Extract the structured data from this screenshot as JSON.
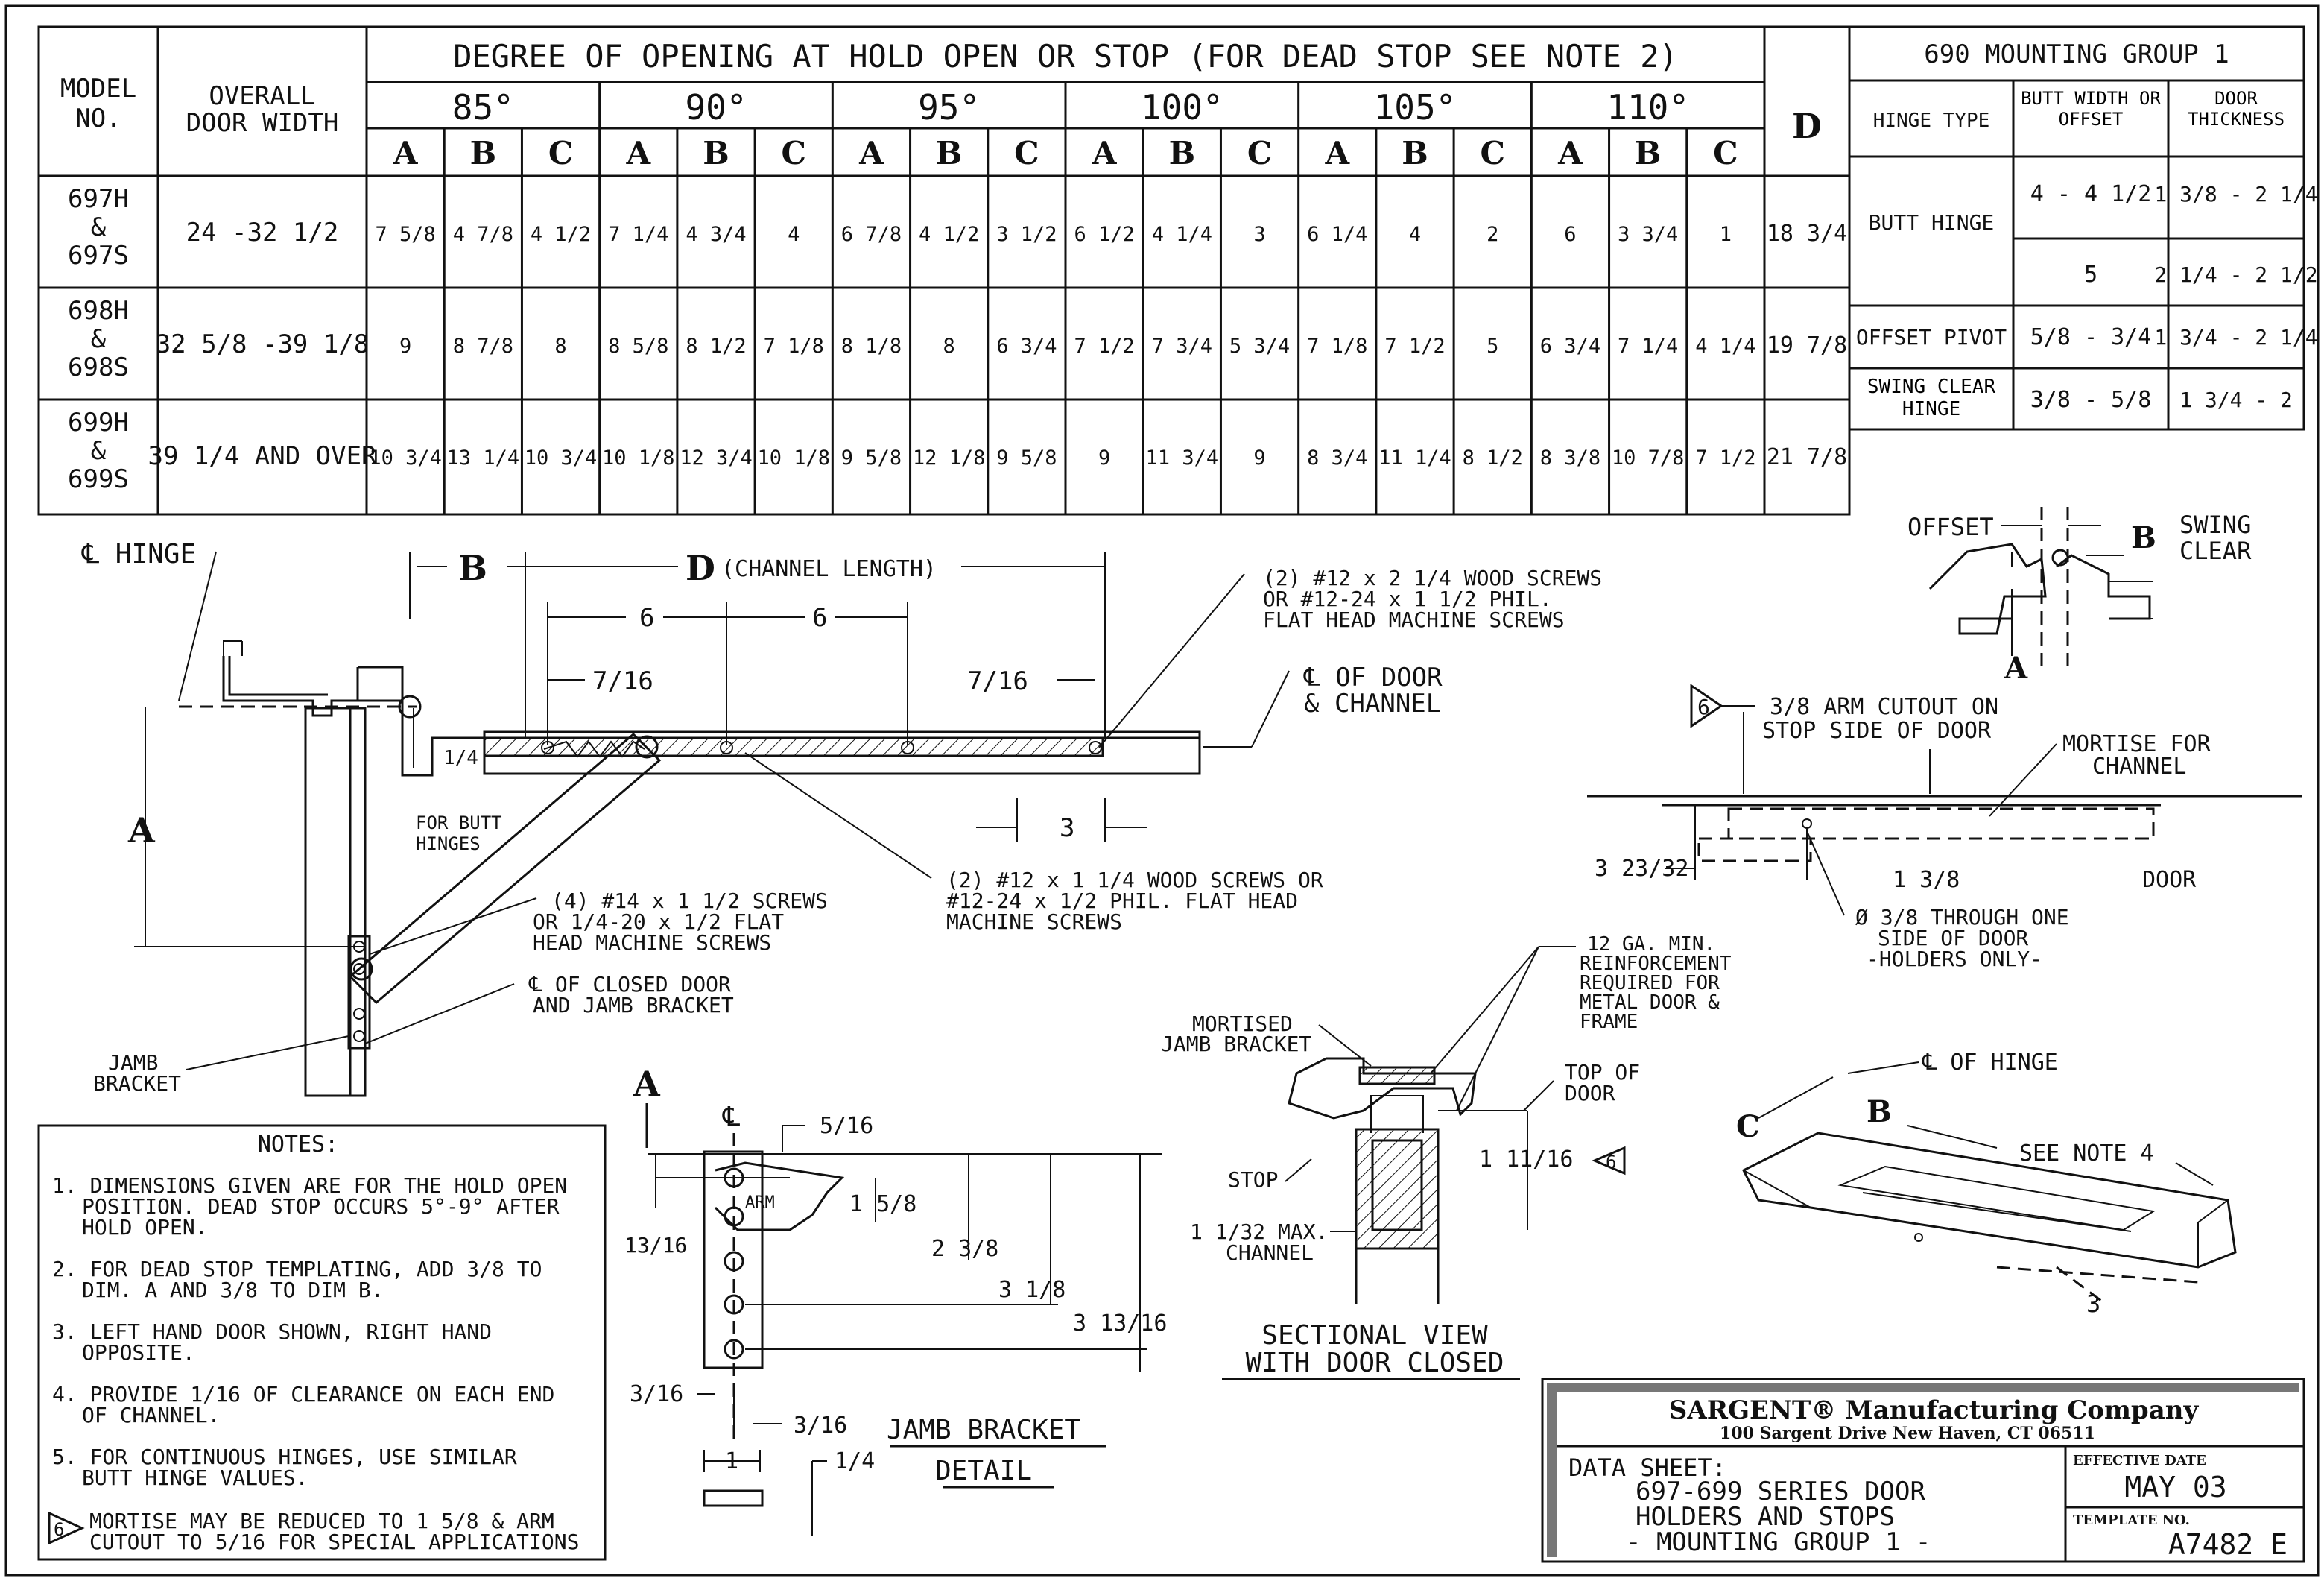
{
  "table": {
    "col_model": [
      "MODEL",
      "NO."
    ],
    "col_width": [
      "OVERALL",
      "DOOR WIDTH"
    ],
    "opening_header": "DEGREE OF OPENING AT HOLD OPEN OR STOP (FOR DEAD STOP SEE NOTE 2)",
    "degrees": [
      "85°",
      "90°",
      "95°",
      "100°",
      "105°",
      "110°"
    ],
    "sub": [
      "A",
      "B",
      "C"
    ],
    "col_d": "D",
    "rows": [
      {
        "model": [
          "697H",
          "&",
          "697S"
        ],
        "width": "24 -32 1/2",
        "cells": [
          "7 5/8",
          "4 7/8",
          "4 1/2",
          "7 1/4",
          "4 3/4",
          "4",
          "6 7/8",
          "4 1/2",
          "3 1/2",
          "6 1/2",
          "4 1/4",
          "3",
          "6 1/4",
          "4",
          "2",
          "6",
          "3 3/4",
          "1"
        ],
        "d": "18 3/4"
      },
      {
        "model": [
          "698H",
          "&",
          "698S"
        ],
        "width": "32 5/8  -39 1/8",
        "cells": [
          "9",
          "8 7/8",
          "8",
          "8 5/8",
          "8 1/2",
          "7 1/8",
          "8 1/8",
          "8",
          "6 3/4",
          "7 1/2",
          "7 3/4",
          "5 3/4",
          "7 1/8",
          "7 1/2",
          "5",
          "6 3/4",
          "7 1/4",
          "4 1/4"
        ],
        "d": "19 7/8"
      },
      {
        "model": [
          "699H",
          "&",
          "699S"
        ],
        "width": "39 1/4    AND OVER",
        "cells": [
          "10 3/4",
          "13 1/4",
          "10 3/4",
          "10 1/8",
          "12 3/4",
          "10 1/8",
          "9 5/8",
          "12 1/8",
          "9 5/8",
          "9",
          "11 3/4",
          "9",
          "8 3/4",
          "11 1/4",
          "8 1/2",
          "8 3/8",
          "10 7/8",
          "7 1/2"
        ],
        "d": "21 7/8"
      }
    ]
  },
  "mounting": {
    "title": "690 MOUNTING GROUP 1",
    "headers": [
      "HINGE TYPE",
      "BUTT WIDTH OR OFFSET",
      "DOOR THICKNESS"
    ],
    "rows": [
      {
        "type": "BUTT HINGE",
        "width": "4 - 4 1/2",
        "thick": "1 3/8 - 2 1/4"
      },
      {
        "type": "",
        "width": "5",
        "thick": "2 1/4 - 2 1/2"
      },
      {
        "type": "OFFSET PIVOT",
        "width": "5/8 - 3/4",
        "thick": "1 3/4 - 2 1/4"
      },
      {
        "type": "SWING CLEAR HINGE",
        "width": "3/8 - 5/8",
        "thick": "1 3/4 - 2"
      }
    ]
  },
  "plan": {
    "hinge_cl": "℄ HINGE",
    "dim_b": "B",
    "dim_d": "D",
    "channel_length": "(CHANNEL LENGTH)",
    "dim_6a": "6",
    "dim_6b": "6",
    "dim_716a": "7/16",
    "dim_716b": "7/16",
    "dim_3": "3",
    "dim_14": "1/4",
    "butt_note": [
      "FOR BUTT",
      "HINGES"
    ],
    "dim_a": "A",
    "screws_top": [
      "(2) #12 x 2 1/4 WOOD SCREWS",
      "OR #12-24 x 1 1/2 PHIL.",
      "FLAT HEAD MACHINE SCREWS"
    ],
    "cl_door": [
      "℄ OF DOOR",
      "& CHANNEL"
    ],
    "screws_mid": [
      "(2) #12 x 1 1/4 WOOD SCREWS OR",
      "#12-24 x 1/2 PHIL. FLAT HEAD",
      "MACHINE SCREWS"
    ],
    "screws_jamb": [
      "(4) #14 x 1 1/2 SCREWS",
      "OR 1/4-20 x 1/2 FLAT",
      "HEAD MACHINE SCREWS"
    ],
    "cl_closed": [
      "℄ OF CLOSED DOOR",
      "AND JAMB BRACKET"
    ],
    "jamb_bracket": [
      "JAMB",
      "BRACKET"
    ]
  },
  "swing": {
    "offset": "OFFSET",
    "b": "B",
    "swing_clear": [
      "SWING",
      "CLEAR"
    ],
    "a": "A"
  },
  "mortise": {
    "note6": "6",
    "arm_cutout": [
      "3/8  ARM CUTOUT ON",
      "STOP SIDE OF DOOR"
    ],
    "mortise_for": [
      "MORTISE FOR",
      "CHANNEL"
    ],
    "dim_1": "3 23/32",
    "dim_2": "1 3/8",
    "door": "DOOR",
    "hole": [
      "Ø 3/8 THROUGH ONE",
      "SIDE OF DOOR",
      "-HOLDERS ONLY-"
    ]
  },
  "section": {
    "reinf": [
      "12 GA. MIN.",
      "REINFORCEMENT",
      "REQUIRED FOR",
      "METAL DOOR &",
      "FRAME"
    ],
    "mortised": [
      "MORTISED",
      "JAMB BRACKET"
    ],
    "top_of_door": [
      "TOP OF",
      "DOOR"
    ],
    "stop": "STOP",
    "dim_1116": "1 11/16",
    "note6": "6",
    "max_channel": [
      "1 1/32 MAX.",
      "CHANNEL"
    ],
    "title": [
      "SECTIONAL VIEW",
      "WITH DOOR CLOSED"
    ]
  },
  "iso": {
    "cl_hinge": "℄ OF HINGE",
    "b": "B",
    "c": "C",
    "see_note": "SEE NOTE 4",
    "dim_3": "3"
  },
  "notes": {
    "title": "NOTES:",
    "items": [
      [
        "1. DIMENSIONS GIVEN ARE FOR THE HOLD OPEN",
        "POSITION. DEAD STOP OCCURS 5°-9° AFTER",
        "HOLD OPEN."
      ],
      [
        "2. FOR DEAD STOP TEMPLATING, ADD 3/8 TO",
        "DIM. A AND 3/8 TO DIM B."
      ],
      [
        "3. LEFT HAND DOOR SHOWN, RIGHT HAND",
        "OPPOSITE."
      ],
      [
        "4. PROVIDE 1/16 OF CLEARANCE ON EACH END",
        "OF CHANNEL."
      ],
      [
        "5. FOR CONTINUOUS HINGES, USE SIMILAR",
        "BUTT HINGE VALUES."
      ],
      [
        "MORTISE MAY BE REDUCED TO 1 5/8 & ARM",
        "CUTOUT TO 5/16 FOR SPECIAL APPLICATIONS"
      ]
    ],
    "note6_marker": "6"
  },
  "bracket": {
    "a": "A",
    "cl": "℄",
    "arm": "ARM",
    "dims": [
      "5/16",
      "13/16",
      "1 5/8",
      "2 3/8",
      "3 1/8",
      "3 13/16",
      "3/16",
      "3/16",
      "1",
      "1/4"
    ],
    "title": [
      "JAMB BRACKET",
      "DETAIL"
    ]
  },
  "titleblock": {
    "company": "SARGENT® Manufacturing Company",
    "address": "100 Sargent Drive New Haven, CT 06511",
    "sheet_label": "DATA SHEET:",
    "sheet_title": [
      "697-699 SERIES DOOR",
      "HOLDERS AND STOPS",
      "- MOUNTING GROUP 1 -"
    ],
    "eff_label": "EFFECTIVE DATE",
    "eff_value": "MAY 03",
    "tmpl_label": "TEMPLATE NO.",
    "tmpl_value": "A7482 E"
  }
}
